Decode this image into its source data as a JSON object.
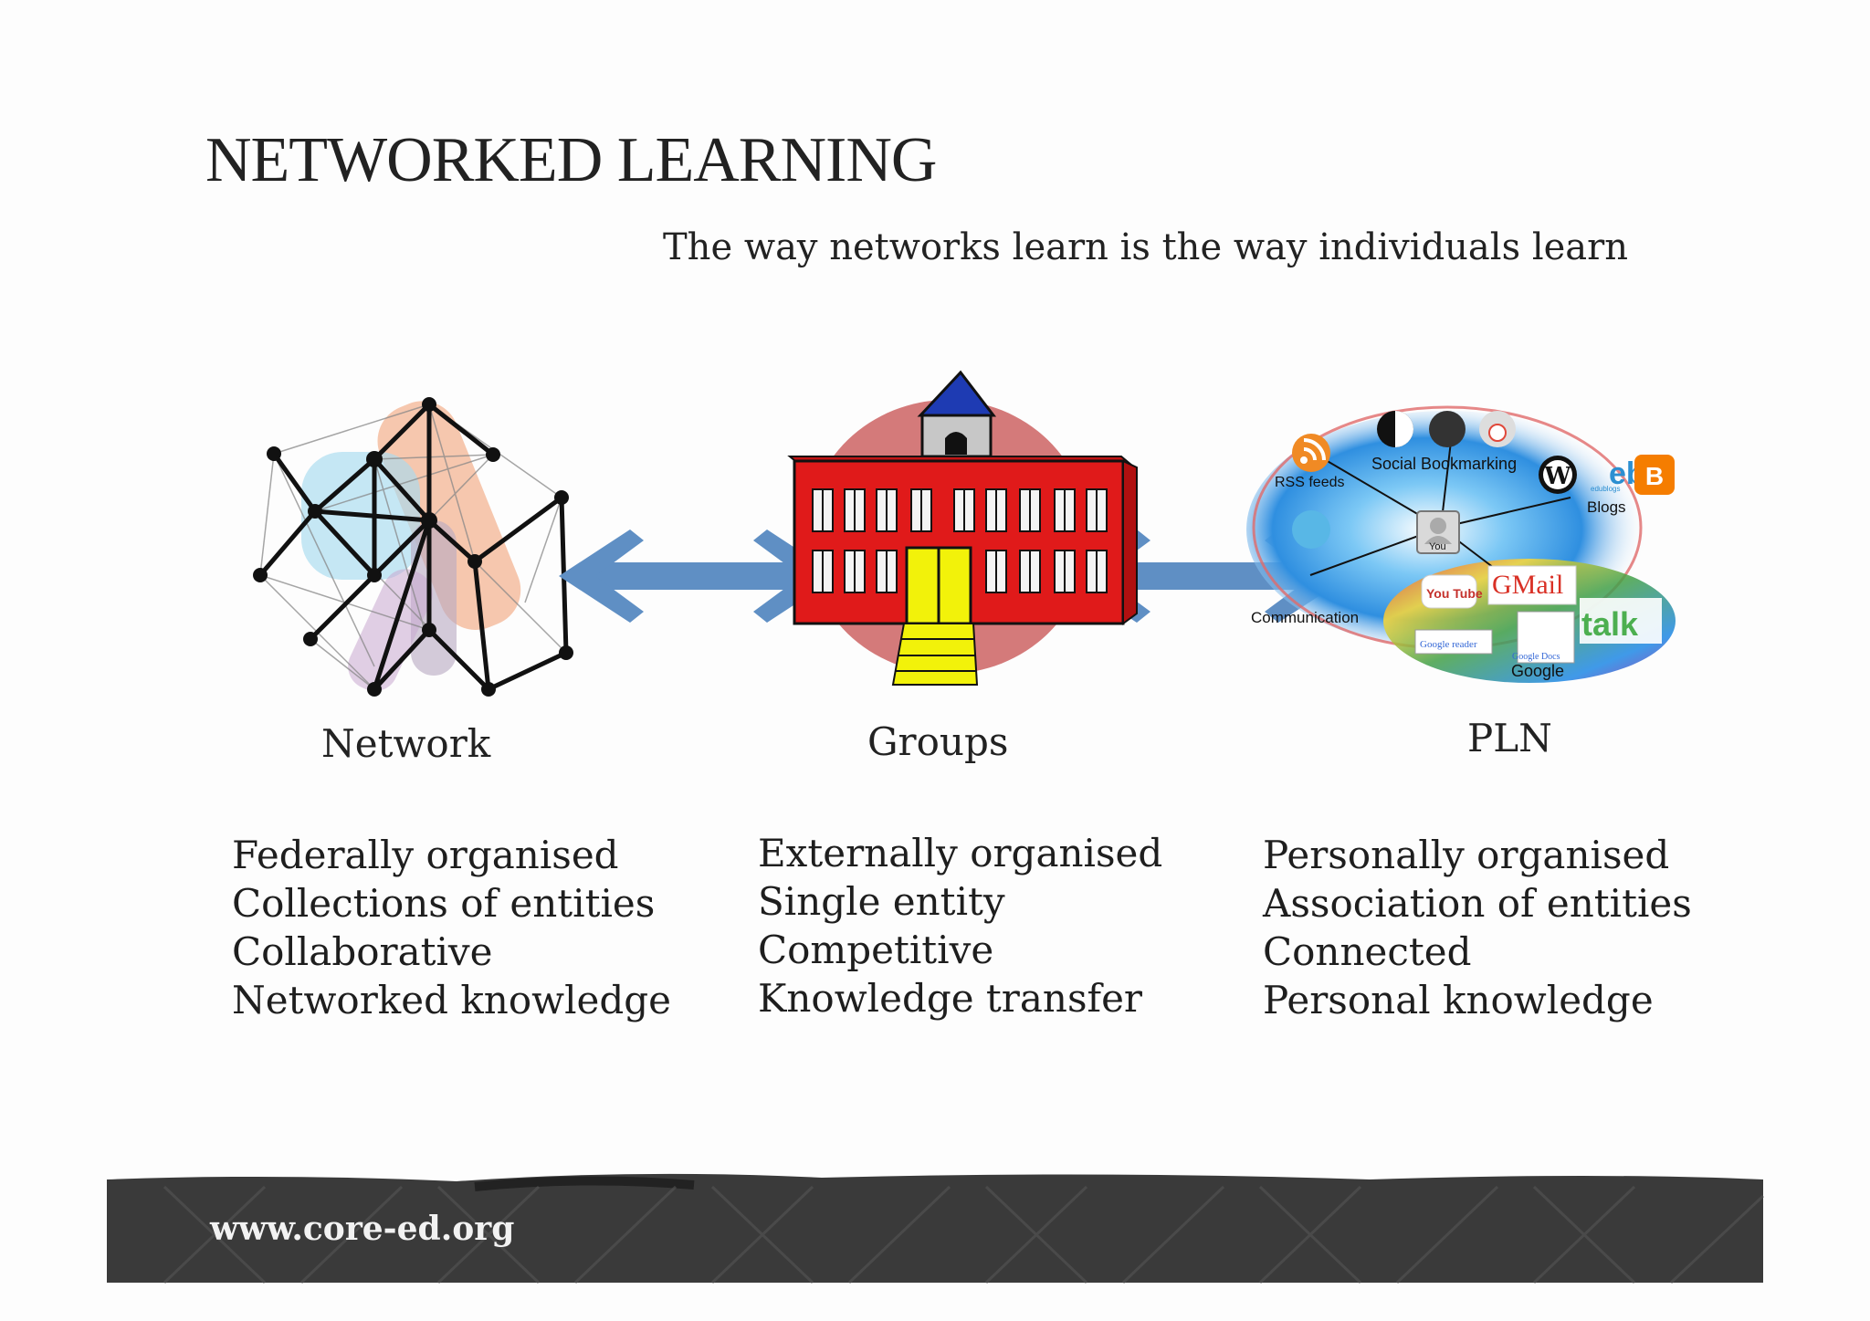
{
  "title": "NETWORKED LEARNING",
  "subtitle": "The way networks learn is the way individuals learn",
  "columns": [
    {
      "label": "Network",
      "attributes": [
        "Federally organised",
        "Collections of entities",
        "Collaborative",
        "Networked knowledge"
      ]
    },
    {
      "label": "Groups",
      "attributes": [
        "Externally organised",
        "Single entity",
        "Competitive",
        "Knowledge transfer"
      ]
    },
    {
      "label": "PLN",
      "attributes": [
        "Personally organised",
        "Association of entities",
        "Connected",
        "Personal knowledge"
      ]
    }
  ],
  "pln_diagram": {
    "rss": "RSS feeds",
    "bookmarking": "Social Bookmarking",
    "blogs": "Blogs",
    "edublogs": "edublogs",
    "you": "You",
    "communication": "Communication",
    "google": "Google",
    "gmail": "GMail",
    "talk": "talk",
    "youtube": "You Tube",
    "reader": "Google reader",
    "docs": "Google Docs"
  },
  "footer": {
    "url": "www.core-ed.org"
  },
  "colors": {
    "arrow": "#5f8fc4",
    "school_red": "#e01a1a",
    "school_door": "#f2f20a",
    "footer_bg": "#3a3a3a"
  }
}
